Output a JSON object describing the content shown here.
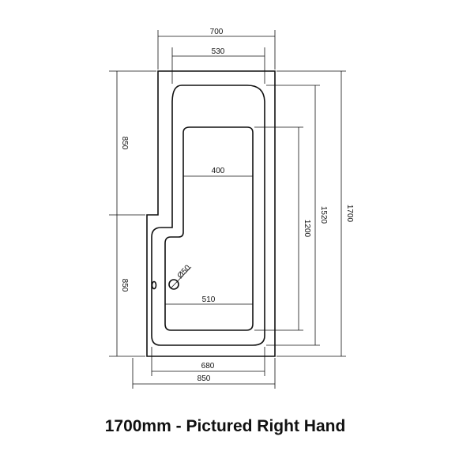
{
  "dimensions": {
    "top_outer": "700",
    "top_inner": "530",
    "left_upper": "850",
    "left_lower": "850",
    "inner_upper_width": "400",
    "inner_lower_width": "510",
    "waste": "Ø50",
    "inner_upper_height": "1200",
    "inner_total_height": "1520",
    "overall_height": "1700",
    "bottom_inner": "680",
    "bottom_outer": "850"
  },
  "caption": "1700mm - Pictured Right Hand",
  "colors": {
    "line": "#111111"
  }
}
